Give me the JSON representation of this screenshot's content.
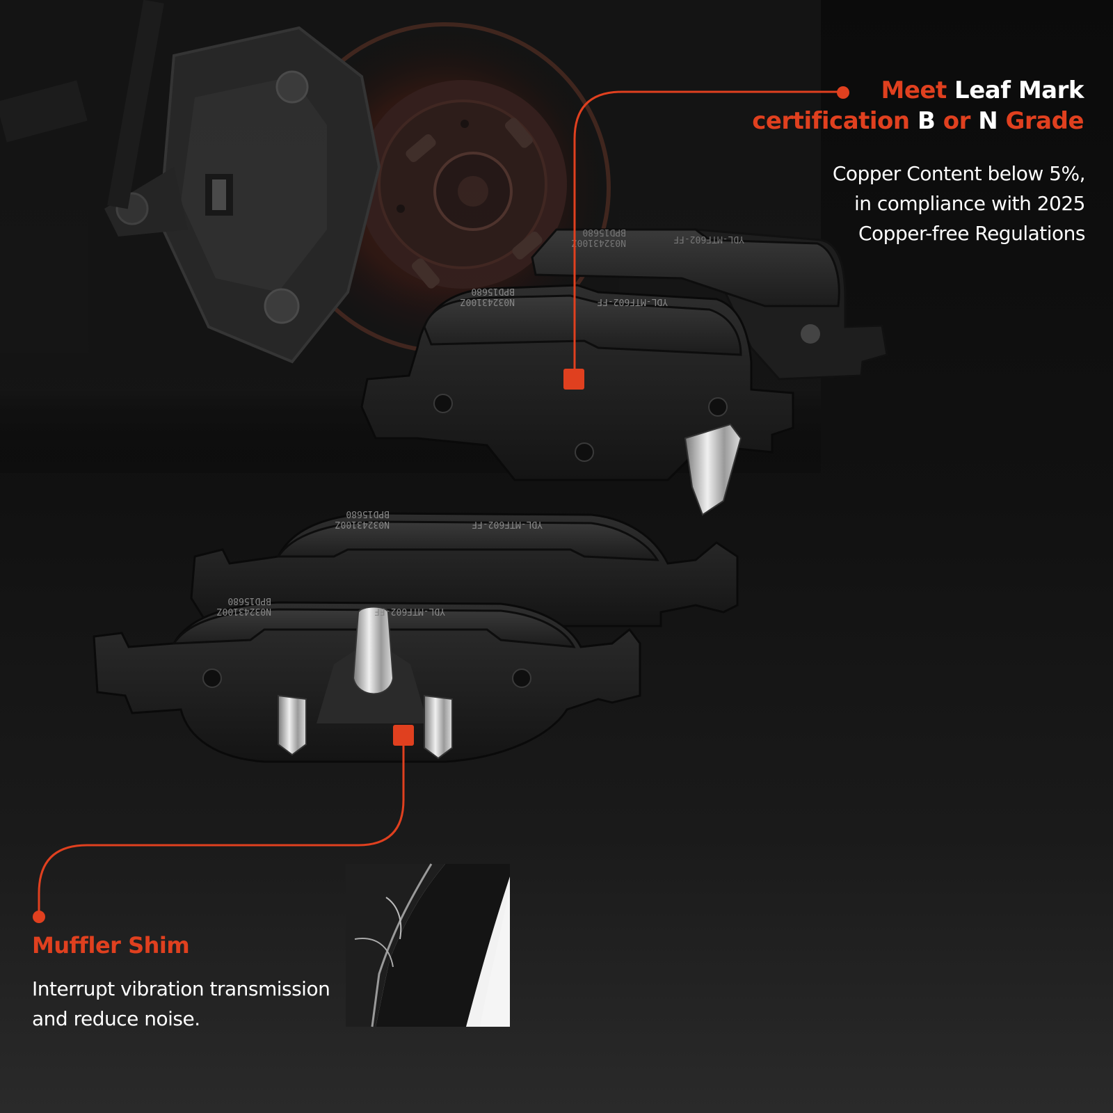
{
  "callout_top": {
    "headline_line1": [
      {
        "text": "Meet ",
        "style": "accent"
      },
      {
        "text": "Leaf Mark",
        "style": "white"
      }
    ],
    "headline_line2": [
      {
        "text": "certification ",
        "style": "accent"
      },
      {
        "text": "B ",
        "style": "white"
      },
      {
        "text": "or ",
        "style": "accent"
      },
      {
        "text": "N ",
        "style": "white"
      },
      {
        "text": "Grade",
        "style": "accent"
      }
    ],
    "body_lines": [
      "Copper Content below 5%,",
      "in compliance with 2025",
      "Copper-free Regulations"
    ]
  },
  "callout_bottom": {
    "title": "Muffler Shim",
    "body_lines": [
      "Interrupt vibration transmission",
      "and reduce noise."
    ]
  },
  "pad_markings": {
    "rear_upper_part": "N03243100Z",
    "rear_upper_code": "BPD15680",
    "rear_upper_model": "YDL-MTF602-FF",
    "front_lower_part": "N03243100Z",
    "front_lower_code": "BPD15680",
    "front_lower_model": "YDL-MTF602-FF"
  },
  "colors": {
    "accent": "#e0401f",
    "text": "#ffffff",
    "background": "#111111"
  }
}
